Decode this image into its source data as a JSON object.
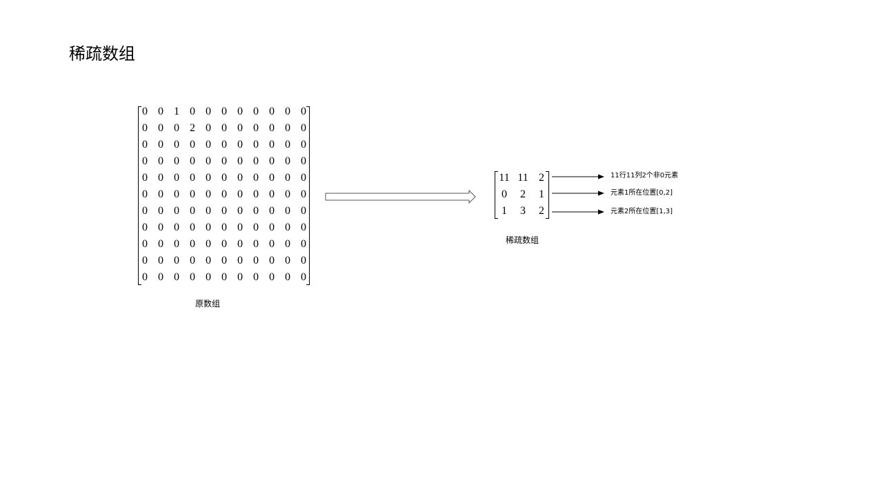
{
  "title": "稀疏数组",
  "original": {
    "caption": "原数组",
    "rows": [
      [
        "0",
        "0",
        "1",
        "0",
        "0",
        "0",
        "0",
        "0",
        "0",
        "0",
        "0"
      ],
      [
        "0",
        "0",
        "0",
        "2",
        "0",
        "0",
        "0",
        "0",
        "0",
        "0",
        "0"
      ],
      [
        "0",
        "0",
        "0",
        "0",
        "0",
        "0",
        "0",
        "0",
        "0",
        "0",
        "0"
      ],
      [
        "0",
        "0",
        "0",
        "0",
        "0",
        "0",
        "0",
        "0",
        "0",
        "0",
        "0"
      ],
      [
        "0",
        "0",
        "0",
        "0",
        "0",
        "0",
        "0",
        "0",
        "0",
        "0",
        "0"
      ],
      [
        "0",
        "0",
        "0",
        "0",
        "0",
        "0",
        "0",
        "0",
        "0",
        "0",
        "0"
      ],
      [
        "0",
        "0",
        "0",
        "0",
        "0",
        "0",
        "0",
        "0",
        "0",
        "0",
        "0"
      ],
      [
        "0",
        "0",
        "0",
        "0",
        "0",
        "0",
        "0",
        "0",
        "0",
        "0",
        "0"
      ],
      [
        "0",
        "0",
        "0",
        "0",
        "0",
        "0",
        "0",
        "0",
        "0",
        "0",
        "0"
      ],
      [
        "0",
        "0",
        "0",
        "0",
        "0",
        "0",
        "0",
        "0",
        "0",
        "0",
        "0"
      ],
      [
        "0",
        "0",
        "0",
        "0",
        "0",
        "0",
        "0",
        "0",
        "0",
        "0",
        "0"
      ]
    ]
  },
  "sparse": {
    "caption": "稀疏数组",
    "rows": [
      [
        "11",
        "11",
        "2"
      ],
      [
        "0",
        "2",
        "1"
      ],
      [
        "1",
        "3",
        "2"
      ]
    ],
    "notes": [
      "11行11列2个非0元素",
      "元素1所在位置[0,2]",
      "元素2所在位置[1,3]"
    ]
  }
}
